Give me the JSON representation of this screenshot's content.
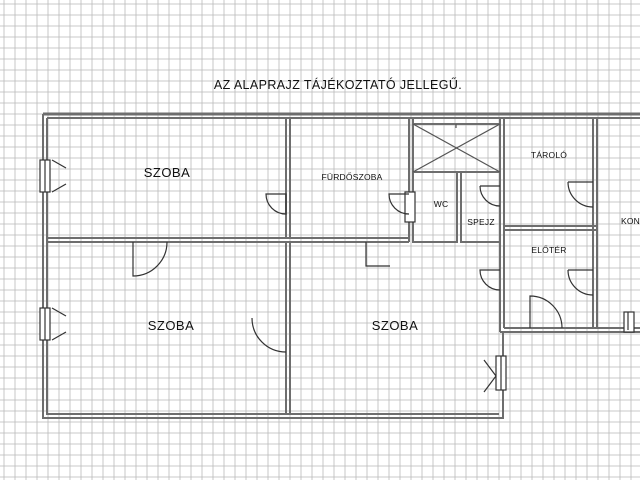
{
  "note": "AZ ALAPRAJZ TÁJÉKOZTATÓ JELLEGŰ.",
  "rooms": {
    "szoba_top": "SZOBA",
    "szoba_left": "SZOBA",
    "szoba_right": "SZOBA",
    "furdoszoba": "FÜRDŐSZOBA",
    "wc": "WC",
    "spejz": "SPEJZ",
    "tarolo": "TÁROLÓ",
    "eloter": "ELŐTÉR",
    "konyha_partial": "KON"
  },
  "colors": {
    "grid": "#b9b9b9",
    "wall": "#6e6e6e",
    "wall_fill": "#d8d8d8",
    "door": "#333333",
    "text": "#111111"
  }
}
